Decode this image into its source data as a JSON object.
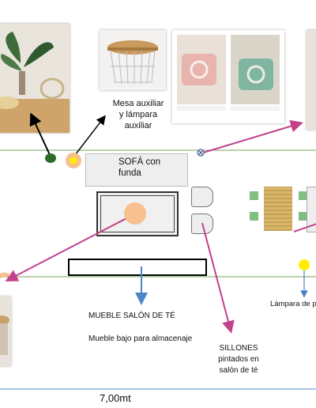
{
  "labels": {
    "mesa_auxiliar": "Mesa auxiliar\ny lámpara\nauxiliar",
    "sofa": "SOFÁ con\nfunda",
    "mueble_te": "MUEBLE SALÓN DE TÉ",
    "mueble_bajo": "Mueble bajo para almacenaje",
    "sillones": "SILLONES\npintados en\nsalón de té",
    "lampara": "Lámpara de p",
    "dimension": "7,00mt"
  },
  "colors": {
    "green_line": "#7aa65a",
    "blue_line": "#8fb3d9",
    "pink_arrow": "#c2418a",
    "orange_dot": "#f6c08f",
    "yellow_dot": "#ffee00",
    "dark_green_dot": "#2e6b2a",
    "blue_arrow": "#4a86c8",
    "chair_green": "#7fbf7f",
    "rug": "#d8b76a"
  }
}
